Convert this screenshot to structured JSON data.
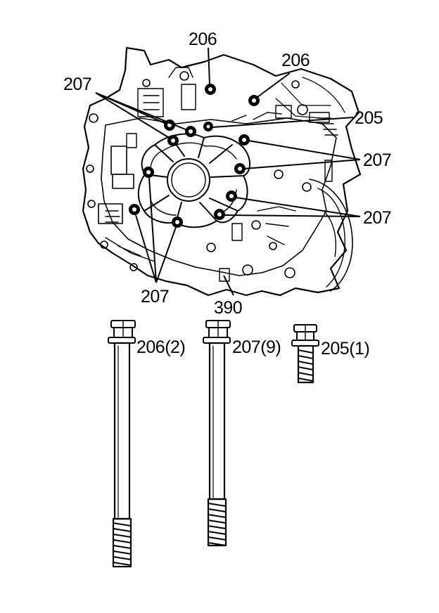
{
  "colors": {
    "ink": "#000000",
    "paper": "#ffffff"
  },
  "callouts": {
    "c206_left": "206",
    "c206_right": "206",
    "c207_top_left": "207",
    "c205": "205",
    "c207_right_upper": "207",
    "c207_right_lower": "207",
    "c207_bottom": "207",
    "c390": "390"
  },
  "bolts": {
    "b206": {
      "label": "206(2)",
      "icon": "long-bolt-icon"
    },
    "b207": {
      "label": "207(9)",
      "icon": "long-bolt-icon"
    },
    "b205": {
      "label": "205(1)",
      "icon": "short-bolt-icon"
    }
  }
}
